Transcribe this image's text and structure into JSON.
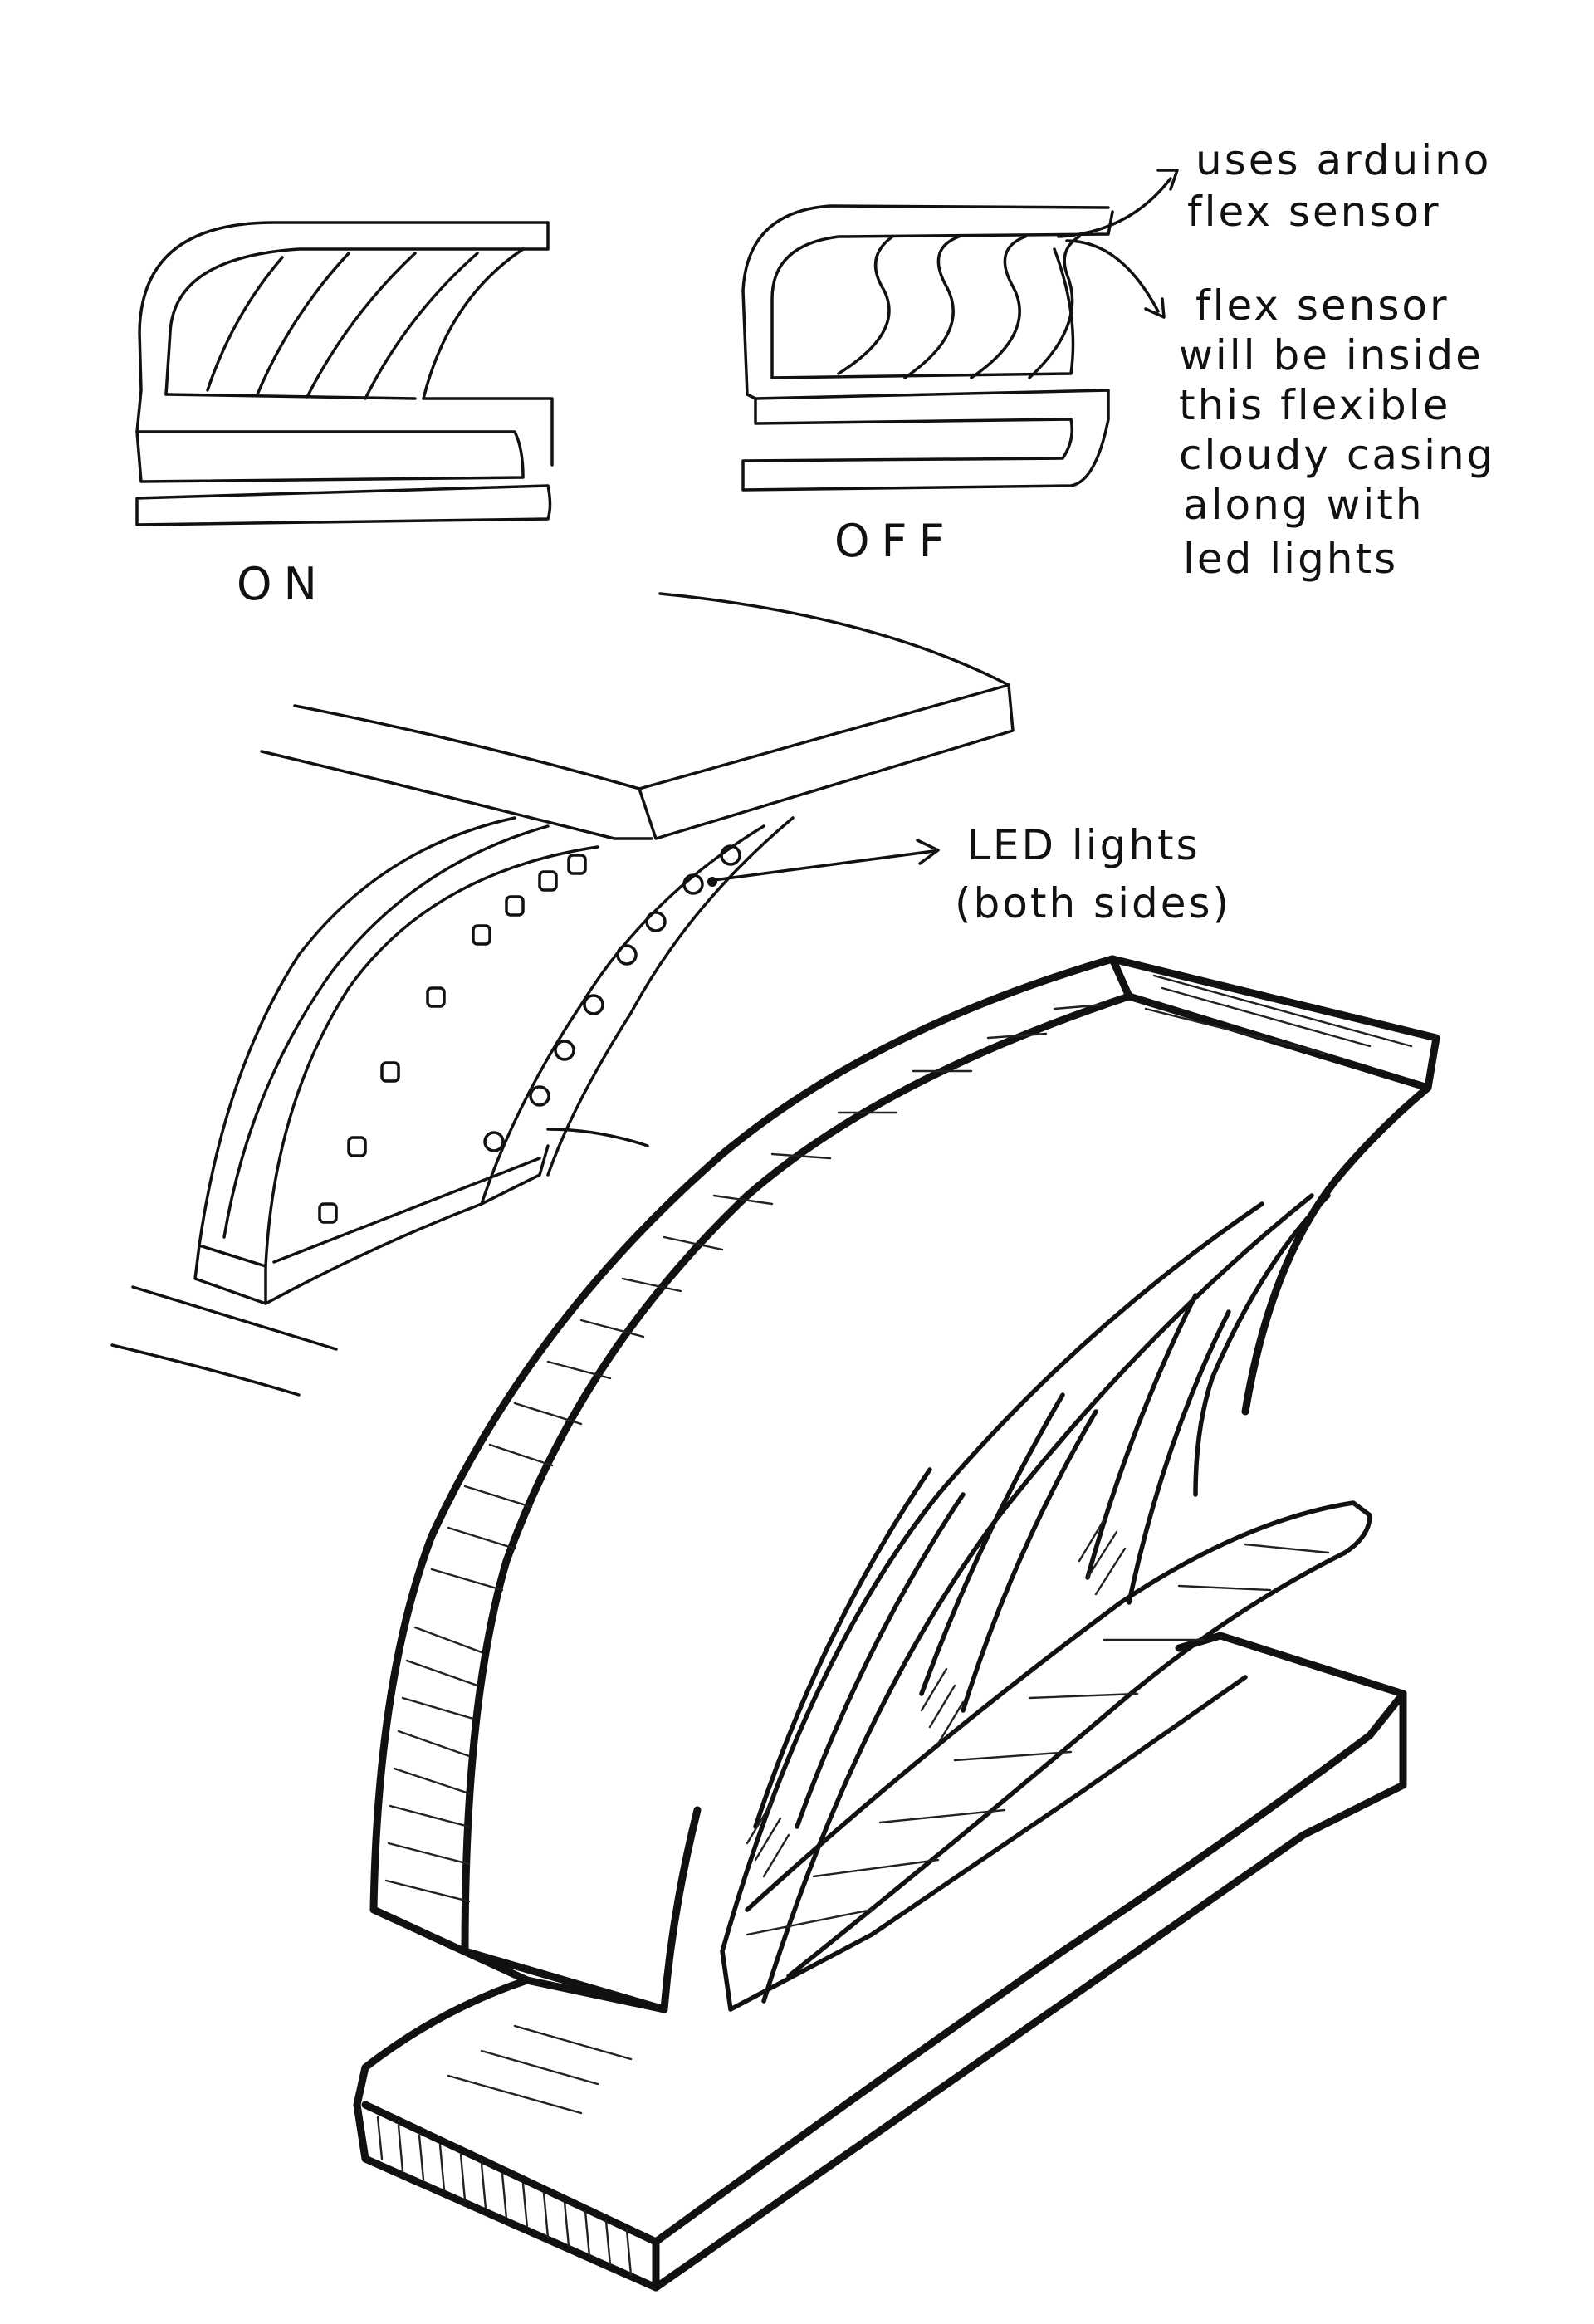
{
  "labels": {
    "on": "ON",
    "off": "OFF",
    "sensor_note_line1": "uses arduino",
    "sensor_note_line2": "flex sensor",
    "casing_note_line1": "flex sensor",
    "casing_note_line2": "will be inside",
    "casing_note_line3": "this flexible",
    "casing_note_line4": "cloudy casing",
    "casing_note_line5": "along with",
    "casing_note_line6": "led lights",
    "led_note_line1": "LED lights",
    "led_note_line2": "(both sides)"
  },
  "colors": {
    "ink": "#111111",
    "paper": "#ffffff"
  }
}
